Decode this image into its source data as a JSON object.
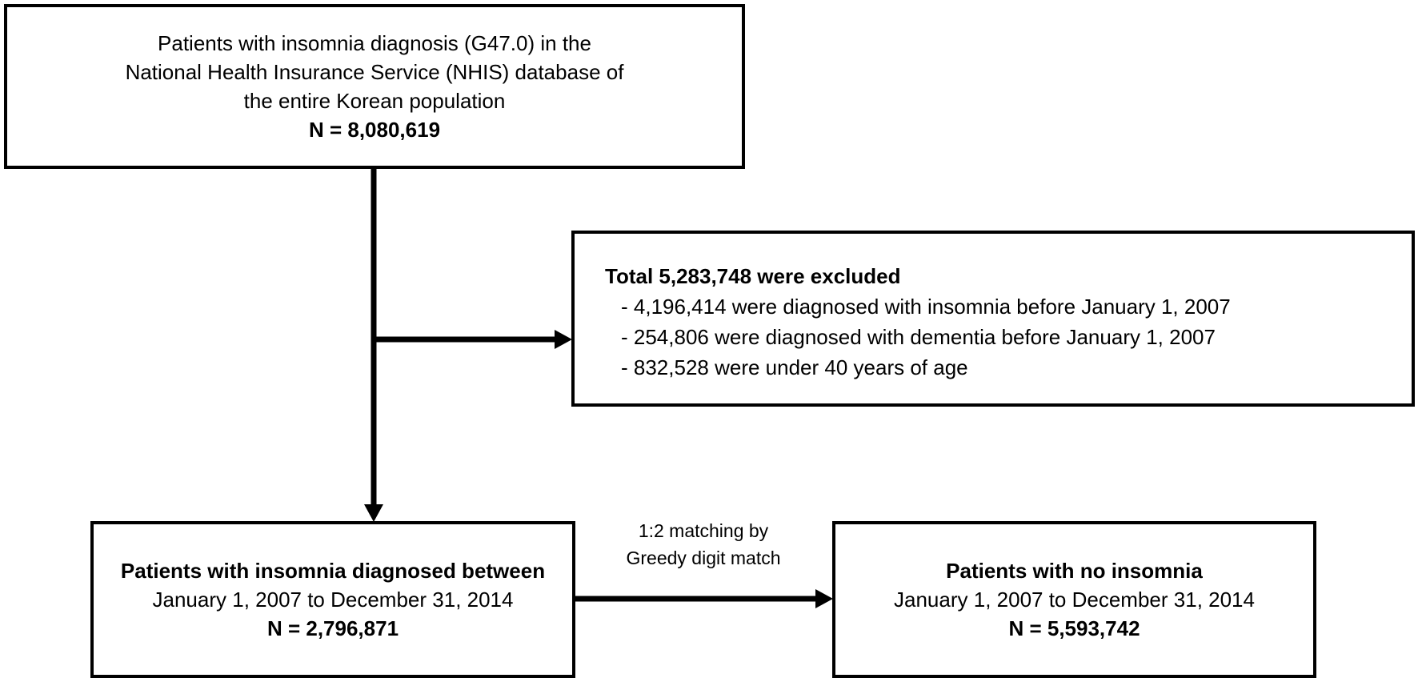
{
  "diagram": {
    "top_box": {
      "lines": [
        "Patients with insomnia diagnosis (G47.0) in the",
        "National Health Insurance Service (NHIS) database of",
        "the entire Korean population"
      ],
      "count": "N = 8,080,619"
    },
    "exclusion_box": {
      "title": "Total 5,283,748 were excluded",
      "items": [
        "- 4,196,414 were diagnosed with insomnia before January 1, 2007",
        "- 254,806 were diagnosed with dementia before January 1, 2007",
        "- 832,528 were under 40 years of age"
      ]
    },
    "insomnia_box": {
      "title": "Patients with insomnia diagnosed between",
      "period": "January 1, 2007 to December 31, 2014",
      "count": "N =  2,796,871"
    },
    "matching_label": {
      "lines": [
        "1:2 matching by",
        "Greedy digit match"
      ]
    },
    "no_insomnia_box": {
      "title": "Patients with no insomnia",
      "period": "January 1, 2007 to December 31, 2014",
      "count": "N =  5,593,742"
    }
  }
}
